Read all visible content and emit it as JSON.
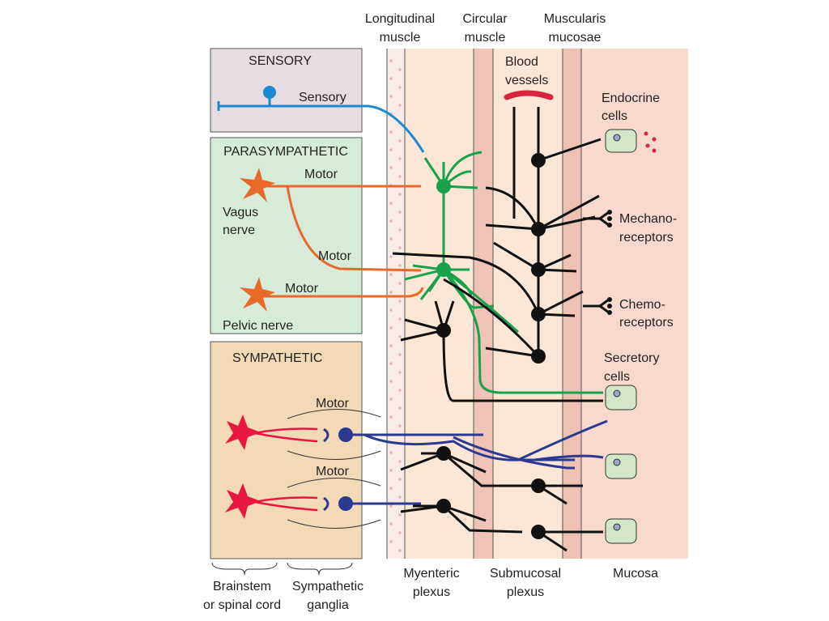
{
  "layer_labels": {
    "longitudinal": [
      "Longitudinal",
      "muscle"
    ],
    "circular": [
      "Circular",
      "muscle"
    ],
    "muscularis": [
      "Muscularis",
      "mucosae"
    ]
  },
  "bottom_labels": {
    "brainstem": [
      "Brainstem",
      "or spinal cord"
    ],
    "ganglia": [
      "Sympathetic",
      "ganglia"
    ],
    "myenteric": [
      "Myenteric",
      "plexus"
    ],
    "submucosal": [
      "Submucosal",
      "plexus"
    ],
    "mucosa": "Mucosa"
  },
  "boxes": {
    "sensory": {
      "title": "SENSORY",
      "neuron_label": "Sensory"
    },
    "parasympathetic": {
      "title": "PARASYMPATHETIC",
      "motor1": "Motor",
      "vagus": [
        "Vagus",
        "nerve"
      ],
      "motor2": "Motor",
      "motor3": "Motor",
      "pelvic": "Pelvic nerve"
    },
    "sympathetic": {
      "title": "SYMPATHETIC",
      "motor1": "Motor",
      "motor2": "Motor"
    }
  },
  "targets": {
    "blood_vessels": [
      "Blood",
      "vessels"
    ],
    "endocrine": [
      "Endocrine",
      "cells"
    ],
    "mechano": [
      "Mechano-",
      "receptors"
    ],
    "chemo": [
      "Chemo-",
      "receptors"
    ],
    "secretory": [
      "Secretory",
      "cells"
    ]
  },
  "colors": {
    "sensory": "#1b8ad3",
    "parasympathetic_motor": "#e8692a",
    "enteric_green": "#16a34a",
    "sympathetic_pre": "#e8173f",
    "sympathetic_post": "#2b3990",
    "enteric_black": "#111111"
  }
}
